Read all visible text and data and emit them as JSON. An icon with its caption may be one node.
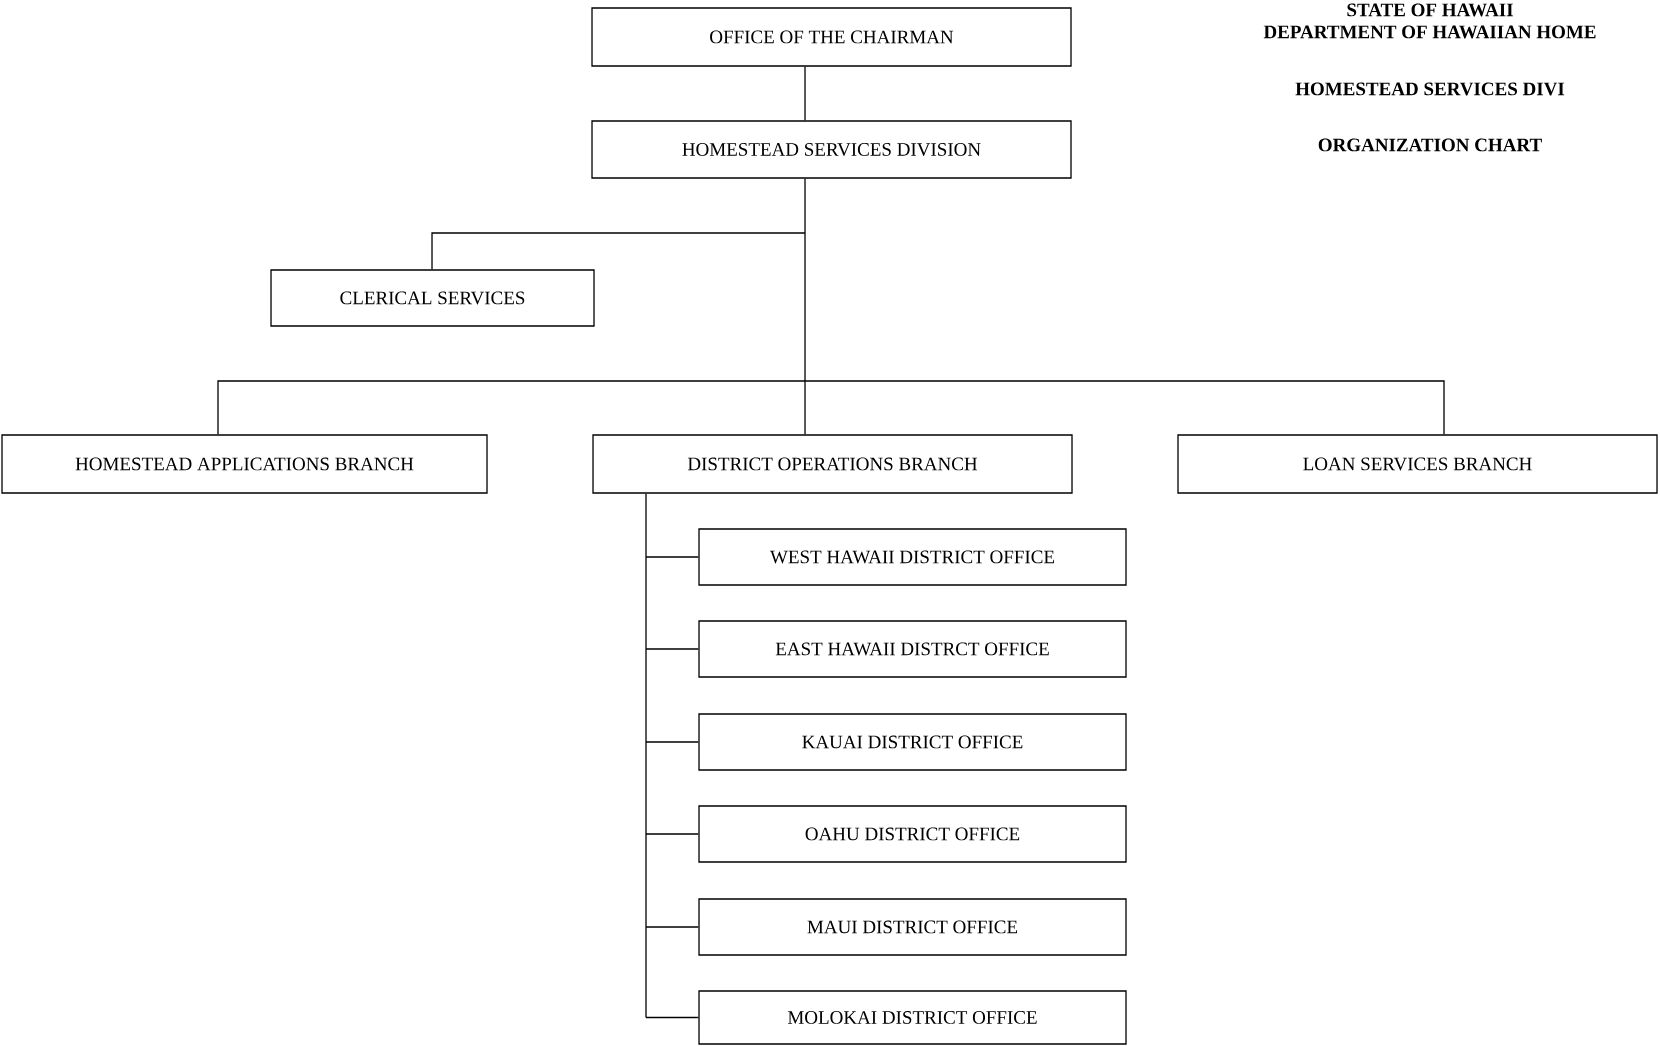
{
  "diagram": {
    "nodes": [
      {
        "text": [
          "OFFICE OF THE CHAIRMAN"
        ]
      },
      {
        "text": [
          "HOMESTEAD SERVICES DIVISION"
        ]
      },
      {
        "text": [
          "CLERICAL SERVICES"
        ]
      },
      {
        "text": [
          "HOMESTEAD APPLICATIONS BRANCH"
        ]
      },
      {
        "text": [
          "DISTRICT OPERATIONS BRANCH"
        ]
      },
      {
        "text": [
          "LOAN SERVICES BRANCH"
        ]
      },
      {
        "text": [
          "WEST HAWAII DISTRICT OFFICE"
        ]
      },
      {
        "text": [
          "EAST HAWAII DISTRCT OFFICE"
        ]
      },
      {
        "text": [
          "KAUAI DISTRICT OFFICE"
        ]
      },
      {
        "text": [
          "OAHU DISTRICT OFFICE"
        ]
      },
      {
        "text": [
          "MAUI DISTRICT OFFICE"
        ]
      },
      {
        "text": [
          "MOLOKAI DISTRICT OFFICE"
        ]
      }
    ],
    "edges": [
      {
        "from": 0,
        "to": 1,
        "arrow": "none"
      },
      {
        "from": 1,
        "to": 2,
        "arrow": "none"
      },
      {
        "from": 1,
        "to": 3,
        "arrow": "none"
      },
      {
        "from": 1,
        "to": 4,
        "arrow": "none"
      },
      {
        "from": 1,
        "to": 5,
        "arrow": "none"
      },
      {
        "from": 4,
        "to": 6,
        "arrow": "none"
      },
      {
        "from": 4,
        "to": 7,
        "arrow": "none"
      },
      {
        "from": 4,
        "to": 8,
        "arrow": "none"
      },
      {
        "from": 4,
        "to": 9,
        "arrow": "none"
      },
      {
        "from": 4,
        "to": 10,
        "arrow": "none"
      },
      {
        "from": 4,
        "to": 11,
        "arrow": "none"
      }
    ],
    "labels": [
      "STATE OF HAWAII",
      "DEPARTMENT OF HAWAIIAN HOME",
      "HOMESTEAD SERVICES DIVI",
      "ORGANIZATION CHART"
    ]
  }
}
